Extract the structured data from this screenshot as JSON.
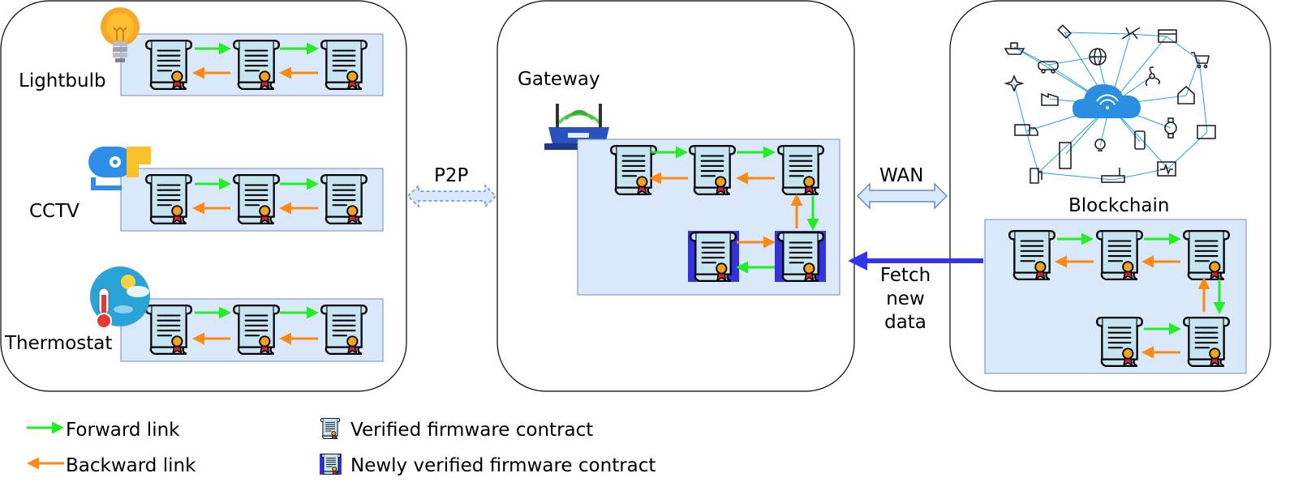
{
  "devices": {
    "lightbulb": "Lightbulb",
    "cctv": "CCTV",
    "thermostat": "Thermostat"
  },
  "gateway": {
    "label": "Gateway"
  },
  "blockchain": {
    "label": "Blockchain"
  },
  "connections": {
    "p2p": "P2P",
    "wan": "WAN",
    "fetch_line1": "Fetch",
    "fetch_line2": "new",
    "fetch_line3": "data"
  },
  "legend": {
    "forward": "Forward link",
    "backward": "Backward link",
    "verified": "Verified firmware contract",
    "newly_verified": "Newly verified firmware contract"
  },
  "colors": {
    "forward_link": "#22ee22",
    "backward_link": "#ff8811",
    "fetch_arrow": "#3333ee",
    "chain_fill": "#dae8fc",
    "chain_stroke": "#6c8ebf",
    "newly_verified_highlight": "#3333dd"
  }
}
